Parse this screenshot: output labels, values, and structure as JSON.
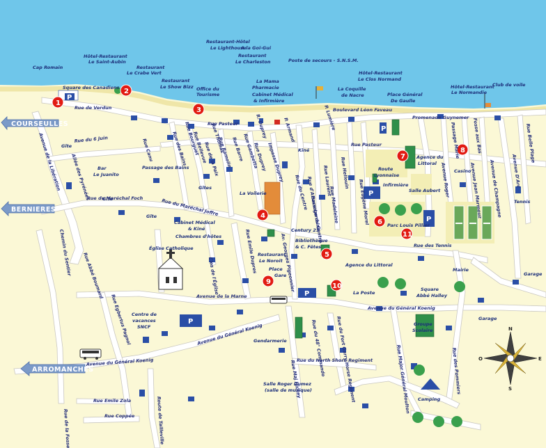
{
  "colors": {
    "sea": "#6fc6ea",
    "land": "#fbf8d6",
    "road": "#ffffff",
    "marker": "#e21b12",
    "label": "#1c2f7a",
    "direction": "#7b9ac8"
  },
  "directions": {
    "courseulles": "COURSEULLES",
    "bernieres": "BERNIERES",
    "arromanches": "ARROMANCHES"
  },
  "markers": [
    "1",
    "2",
    "3",
    "4",
    "5",
    "6",
    "7",
    "8",
    "9",
    "10",
    "11"
  ],
  "parking_symbol": "P",
  "compass": {
    "n": "N",
    "e": "E",
    "o": "O",
    "s": "S"
  },
  "places": {
    "cap_romain": "Cap Romain",
    "square_canadiens": "Square des Canadiens",
    "hotel_saint_aubin_1": "Hôtel-Restaurant",
    "hotel_saint_aubin_2": "Le Saint-Aubin",
    "crabe_vert_1": "Restaurant",
    "crabe_vert_2": "Le Crabe Vert",
    "show_bizz_1": "Restaurant",
    "show_bizz_2": "Le Show Bizz",
    "office_tourisme_1": "Office du",
    "office_tourisme_2": "Tourisme",
    "lighthouse_1": "Restaurant-Hôtel",
    "lighthouse_2": "Le Lighthouse",
    "goi_gui": "A la Goï-Gui",
    "charleston_1": "Restaurant",
    "charleston_2": "Le Charleston",
    "mama_1": "La Mama",
    "mama_2": "Pharmacie",
    "cabinet_inf_1": "Cabinet Médical",
    "cabinet_inf_2": "& Infirmière",
    "snsm": "Poste de secours - S.N.S.M.",
    "coquille_1": "La Coquille",
    "coquille_2": "de Nacre",
    "clos_normand_1": "Hôtel-Restaurant",
    "clos_normand_2": "Le Clos Normand",
    "place_gaulle_1": "Place Général",
    "place_gaulle_2": "De Gaulle",
    "normandie_1": "Hôtel-Restaurant",
    "normandie_2": "Le Normandie",
    "club_voile": "Club de voile",
    "gite_1": "Gîte",
    "gite_2": "Gîte",
    "gite_3": "Gîte",
    "gites": "Gîtes",
    "bar_juanito_1": "Bar",
    "bar_juanito_2": "Le Juanito",
    "passage_bains": "Passage des Bains",
    "kine_1": "Kiné",
    "kine_2": "Cabinet Médical",
    "kine_3": "& Kiné",
    "route_lyonnaise_1": "Route",
    "route_lyonnaise_2": "Lyonnaise",
    "infirmiere": "Infirmière",
    "agence_littoral_1": "Agence du",
    "agence_littoral_2": "Littoral",
    "agence_littoral_3": "Agence du Littoral",
    "salle_aubert": "Salle Aubert",
    "casino": "Casino",
    "tennis_1": "Tennis",
    "la_voilerie": "La Voilerie",
    "century21": "Century 21",
    "parc_pillier": "Parc Louis Pillier",
    "rue_tennis": "Rue des Tennis",
    "eglise": "Église Catholique",
    "chambres": "Chambres d'hôtes",
    "noroit_1": "Restaurant",
    "noroit_2": "Le Noroit",
    "biblio_1": "Bibliothèque",
    "biblio_2": "& C. Fêtes",
    "place_gare_1": "Place",
    "place_gare_2": "Gare",
    "la_poste": "La Poste",
    "square_halley_1": "Square",
    "square_halley_2": "Abbé Halley",
    "mairie": "Mairie",
    "garage_1": "Garage",
    "garage_2": "Garage",
    "centre_vac_1": "Centre de",
    "centre_vac_2": "vacances",
    "centre_vac_3": "SNCF",
    "gendarmerie": "Gendarmerie",
    "groupe_scolaire_1": "Groupe",
    "groupe_scolaire_2": "Scolaire",
    "camping": "Camping",
    "salle_dumez_1": "Salle Roger Dumez",
    "salle_dumez_2": "(salle de musique)"
  },
  "streets": {
    "verdun": "Rue de Verdun",
    "six_juin": "Rue du 6 Juin",
    "liberation": "Avenue de la Libération",
    "pyrenees": "Allée des Pyrénées",
    "rue_canu": "Rue Canu",
    "marechal_foch": "Rue du Maréchal Foch",
    "marechal_joffre": "Rue du Maréchal Joffre",
    "sentier": "Chemin du Sentier",
    "abbe_boumard": "Rue Abbé Boumard",
    "rue_pasteur": "Rue Pasteur",
    "rue_pasteur_2": "Rue Pasteur",
    "bains": "Rue des Bains",
    "bellevue": "Rue Bellevue",
    "la_paix": "Rue de la Paix",
    "rue_bourguet": "Rue Bourguet",
    "rue_thomas": "Rue Thomas",
    "rue_ramolin": "Rue Ramolin",
    "rue_barre": "Rue Barre",
    "gambetta": "Rue Gambetta",
    "duprey": "Rue Duprey",
    "impasse_duprey": "Impasse Duprey",
    "duprey_st": "R. Duprey",
    "p_lumiere": "P. Lumière",
    "p_armand": "P. Armand",
    "bd_faveau": "Boulevard Léon Faveau",
    "guynemer": "Promenade Guynemer",
    "centre": "Rue du Centre",
    "passage_centre": "Passage du Centre",
    "lorraine": "Rue d'Alsace Lorraine",
    "rue_laurent": "Rue Laurent",
    "madeleine": "Rue Madeleine",
    "hellouin": "Rue Hellouin",
    "eugene_morel": "Rue Eugène Morel",
    "avenue_roger": "Avenue Roger",
    "passage_marie": "Passage Marie",
    "foncs_eaux": "Fosse aux Bas",
    "jean_marmouz": "Avenue Jean Marmouz",
    "champagne": "Avenue de Champagne",
    "bon_ha": "Avenue D'Arc",
    "belle_plage": "Rue Belle Plage",
    "emile_dupres": "Rue Emile Dupres",
    "clos_eglise": "Clos de l'Église",
    "george_pigeonnier": "Av. Georges Pigeonnier",
    "avenue_marne": "Avenue de la Marne",
    "general_koenig": "Avenue du Général Koenig",
    "general_koenig_2": "Avenue du Général Koenig",
    "general_koenig_3": "Avenue du Général Koenig",
    "rue_pierre": "Rue Egbertus Pagnol",
    "major_hickey": "Rue Maj Hickey",
    "forty_eighth": "Rue du 48° Commando",
    "fort_garry": "Rue du Fort Garry Horse Regiment",
    "north_shore": "Rue du North Shore Regiment",
    "major_moulton": "Rue Major Général Moulton",
    "pommiers": "Rue des Pommiers",
    "emile_zola": "Rue Emile Zola",
    "coppee": "Rue Coppée",
    "fosse_eau": "Rue de la Fosse à l'Eau",
    "tailleville": "Route de Tailleville"
  }
}
